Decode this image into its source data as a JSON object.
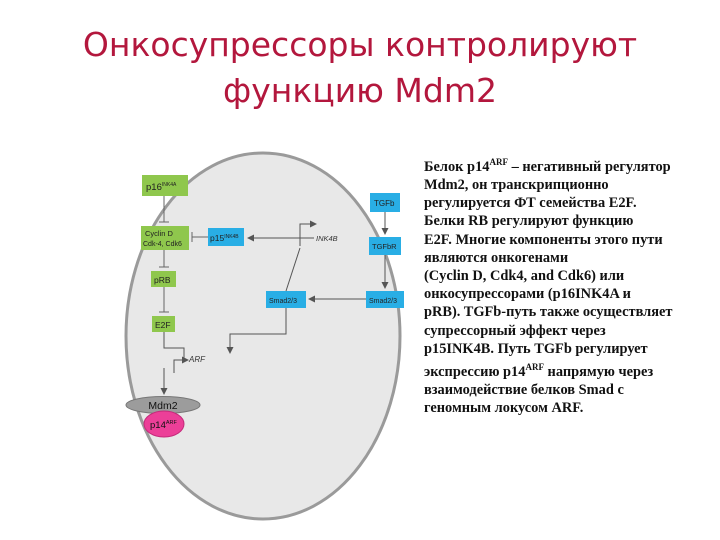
{
  "slide": {
    "title_line1": "Онкосупрессоры контролируют",
    "title_line2": "функцию Mdm2"
  },
  "description": {
    "lines": [
      {
        "pre": "Белок р14",
        "sup": "ARF",
        "post": " – негативный регулятор"
      },
      {
        "pre": "Mdm2, он транскрипционно"
      },
      {
        "pre": "регулируется  ФТ семейства E2F."
      },
      {
        "pre": "Белки RB регулируют функцию"
      },
      {
        "pre": "E2F. Многие компоненты этого пути"
      },
      {
        "pre": "являются онкогенами"
      },
      {
        "pre": "(Cyclin D, Cdk4, and Cdk6)  или"
      },
      {
        "pre": "онкосупрессорами (p16INK4A и"
      },
      {
        "pre": "pRB). TGFb-путь также осуществляет"
      },
      {
        "pre": "супрессорный эффект через"
      },
      {
        "pre": "p15INK4B.  Путь TGFb регулирует"
      },
      {
        "pre": "экспрессию  p14",
        "sup": "ARF",
        "post": " напрямую через"
      },
      {
        "pre": "взаимодействие белков Smad  с"
      },
      {
        "pre": "геномным локусом ARF."
      }
    ]
  },
  "diagram": {
    "nodes": {
      "p16_main": "p16",
      "p16_sup": "INK4A",
      "cyclin_line1": "Cyclin D",
      "cyclin_line2": "Cdk-4, Cdk6",
      "p15_main": "p15",
      "p15_sup": "INK4B",
      "prb": "pRB",
      "e2f": "E2F",
      "smad_left": "Smad2/3",
      "tgfb": "TGFb",
      "tgfbr": "TGFbR",
      "smad_right": "Smad2/3",
      "ink4b": "INK4B",
      "arf": "ARF",
      "mdm2": "Mdm2",
      "p14_main": "p14",
      "p14_sup": "ARF"
    },
    "colors": {
      "cell_fill": "#e8e8e8",
      "cell_stroke": "#9a9a9a",
      "green_box": "#8fc74d",
      "blue_box": "#29aee5",
      "mdm2_fill": "#9c9c9c",
      "p14_fill": "#ec3f98"
    }
  }
}
